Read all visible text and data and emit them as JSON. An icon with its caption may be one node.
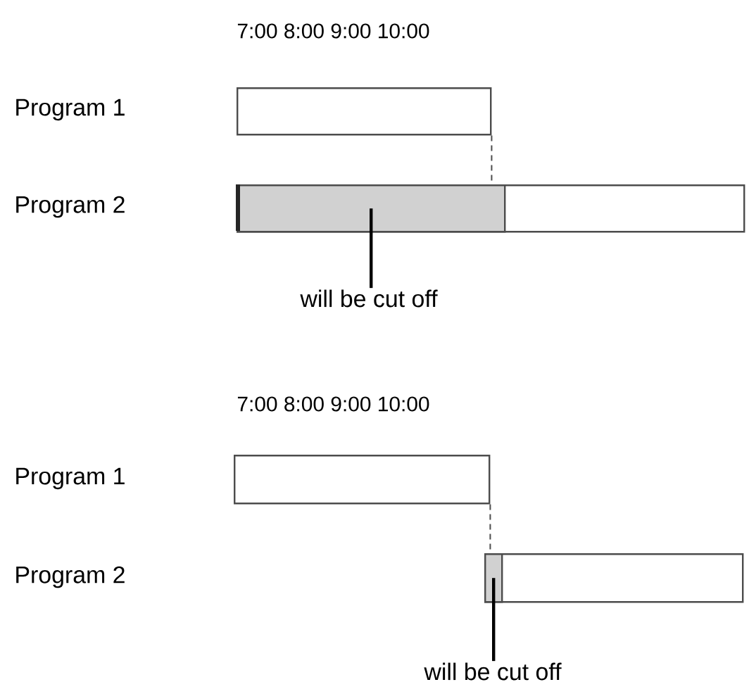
{
  "diagram": {
    "nodes": [
      {
        "text": [],
        "shape": "bar"
      },
      {
        "text": [],
        "shape": "bar"
      },
      {
        "text": [],
        "shape": "bar",
        "in": 1
      },
      {
        "text": [
          "will be cut off"
        ]
      },
      {
        "text": [],
        "shape": "bar"
      },
      {
        "text": [],
        "shape": "bar"
      },
      {
        "text": [],
        "shape": "bar",
        "in": 5
      },
      {
        "text": [
          "will be cut off"
        ]
      }
    ],
    "edges": [
      {
        "from": 0,
        "to": 1,
        "arrow": "none",
        "style": "dashed"
      },
      {
        "from": 3,
        "to": 2,
        "arrow": "none"
      },
      {
        "from": 4,
        "to": 5,
        "arrow": "none",
        "style": "dashed"
      },
      {
        "from": 7,
        "to": 6,
        "arrow": "none"
      }
    ],
    "labels": [
      "7:00 8:00 9:00 10:00",
      "Program 1",
      "Program 2",
      "7:00 8:00 9:00 10:00",
      "Program 1",
      "Program 2"
    ]
  }
}
